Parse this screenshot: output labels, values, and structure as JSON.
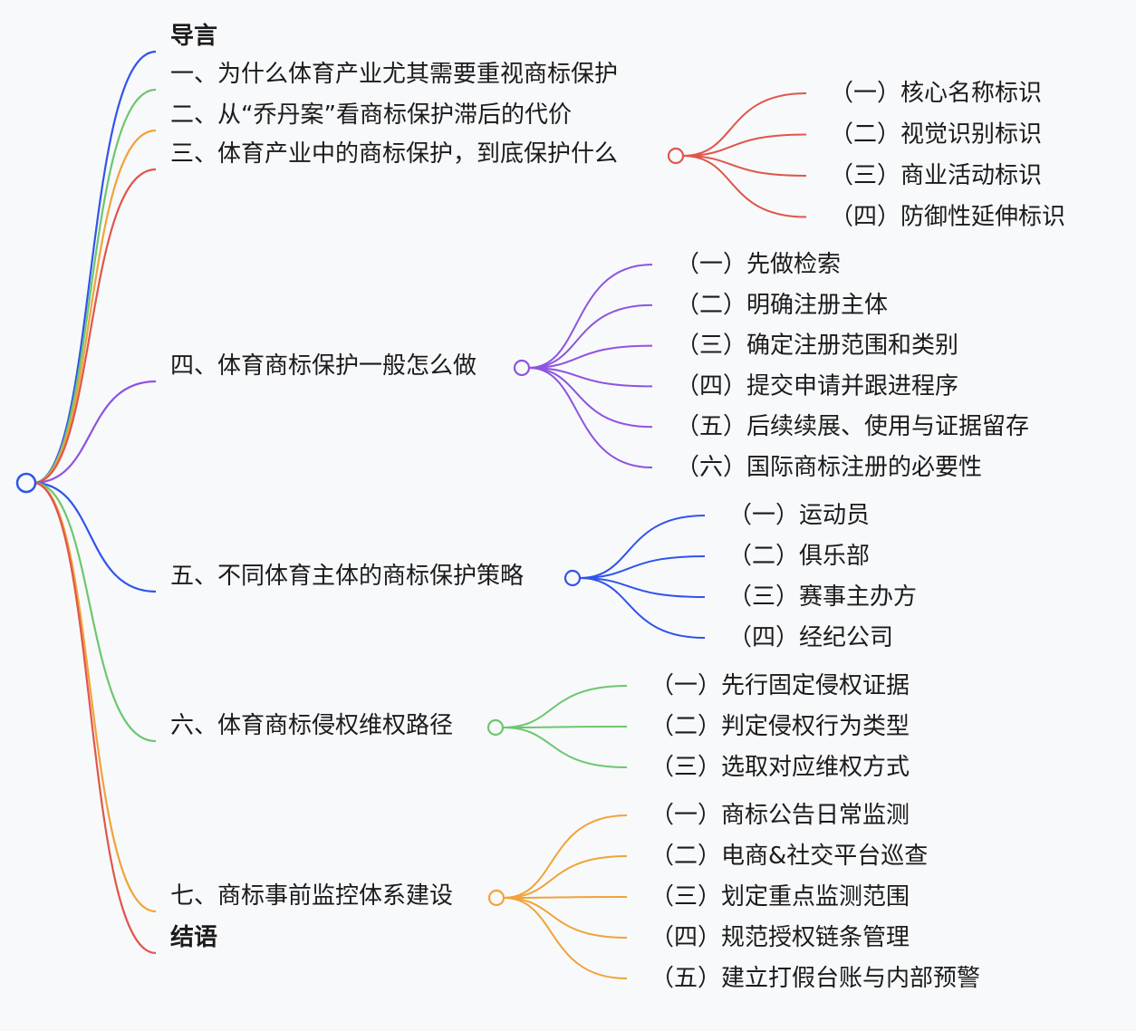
{
  "colors": {
    "background": "#f8f9fb",
    "text": "#1b1b1b",
    "blue": "#2f54eb",
    "green": "#6cc76f",
    "orange": "#f0a33a",
    "red": "#e0564b",
    "purple": "#8e54e0"
  },
  "mindmap": {
    "branches": [
      {
        "label": "导言",
        "bold": true,
        "color": "#2f54eb",
        "children": []
      },
      {
        "label": "一、为什么体育产业尤其需要重视商标保护",
        "color": "#6cc76f",
        "children": []
      },
      {
        "label": "二、从“乔丹案”看商标保护滞后的代价",
        "color": "#f0a33a",
        "children": []
      },
      {
        "label": "三、体育产业中的商标保护，到底保护什么",
        "color": "#e0564b",
        "children": [
          "（一）核心名称标识",
          "（二）视觉识别标识",
          "（三）商业活动标识",
          "（四）防御性延伸标识"
        ]
      },
      {
        "label": "四、体育商标保护一般怎么做",
        "color": "#8e54e0",
        "children": [
          "（一）先做检索",
          "（二）明确注册主体",
          "（三）确定注册范围和类别",
          "（四）提交申请并跟进程序",
          "（五）后续续展、使用与证据留存",
          "（六）国际商标注册的必要性"
        ]
      },
      {
        "label": "五、不同体育主体的商标保护策略",
        "color": "#2f54eb",
        "children": [
          "（一）运动员",
          "（二）俱乐部",
          "（三）赛事主办方",
          "（四）经纪公司"
        ]
      },
      {
        "label": "六、体育商标侵权维权路径",
        "color": "#6cc76f",
        "children": [
          "（一）先行固定侵权证据",
          "（二）判定侵权行为类型",
          "（三）选取对应维权方式"
        ]
      },
      {
        "label": "七、商标事前监控体系建设",
        "color": "#f0a33a",
        "children": [
          "（一）商标公告日常监测",
          "（二）电商&社交平台巡查",
          "（三）划定重点监测范围",
          "（四）规范授权链条管理",
          "（五）建立打假台账与内部预警"
        ]
      },
      {
        "label": "结语",
        "bold": true,
        "color": "#e0564b",
        "children": []
      }
    ]
  }
}
